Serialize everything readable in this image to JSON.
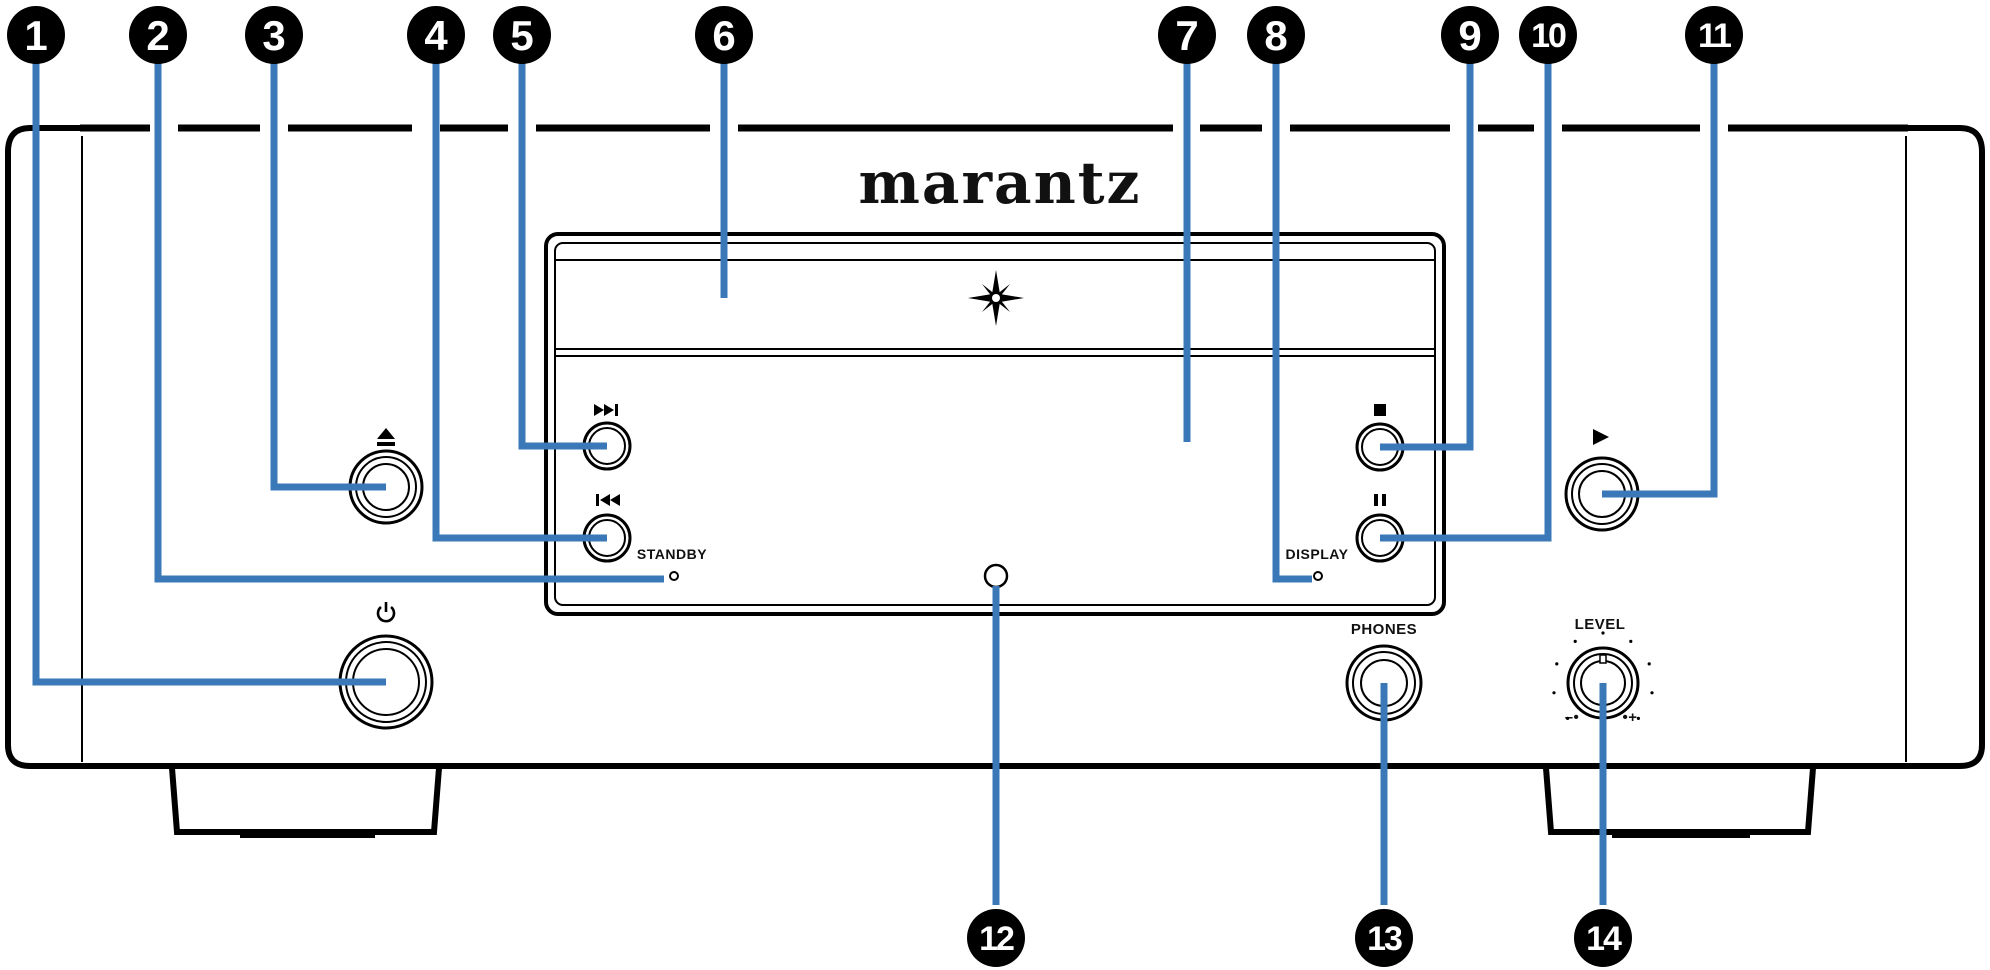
{
  "brand": "marantz",
  "labels": {
    "standby": "STANDBY",
    "display": "DISPLAY",
    "phones": "PHONES",
    "level": "LEVEL",
    "level_min": "–•",
    "level_max": "•+"
  },
  "icons": {
    "power": "power-icon",
    "eject": "eject-icon",
    "next": "skip-next-icon",
    "prev": "skip-previous-icon",
    "stop": "stop-icon",
    "pause": "pause-icon",
    "play": "play-icon",
    "illumination": "star-logo-icon"
  },
  "callouts": [
    "1",
    "2",
    "3",
    "4",
    "5",
    "6",
    "7",
    "8",
    "9",
    "10",
    "11",
    "12",
    "13",
    "14"
  ],
  "colors": {
    "leader": "#3a78b8",
    "badge": "#000000",
    "outline": "#000000"
  }
}
